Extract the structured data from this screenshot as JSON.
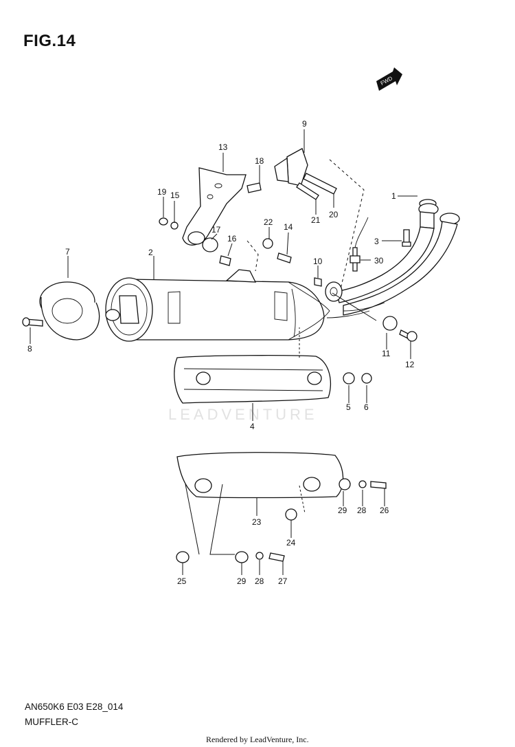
{
  "header": {
    "figure": "FIG.14",
    "fwd_badge": "FWD"
  },
  "footer": {
    "model_code": "AN650K6 E03 E28_014",
    "section": "MUFFLER-C",
    "rendered_by": "Rendered by LeadVenture, Inc."
  },
  "watermark": "LEADVENTURE",
  "callouts": {
    "c1": "1",
    "c2": "2",
    "c3": "3",
    "c4": "4",
    "c5": "5",
    "c6": "6",
    "c7": "7",
    "c8": "8",
    "c9": "9",
    "c10": "10",
    "c11": "11",
    "c12": "12",
    "c13": "13",
    "c14": "14",
    "c15": "15",
    "c16": "16",
    "c17": "17",
    "c18": "18",
    "c19": "19",
    "c20": "20",
    "c21": "21",
    "c22": "22",
    "c23": "23",
    "c24": "24",
    "c25": "25",
    "c26": "26",
    "c27": "27",
    "c28a": "28",
    "c28b": "28",
    "c29a": "29",
    "c29b": "29",
    "c30": "30"
  }
}
